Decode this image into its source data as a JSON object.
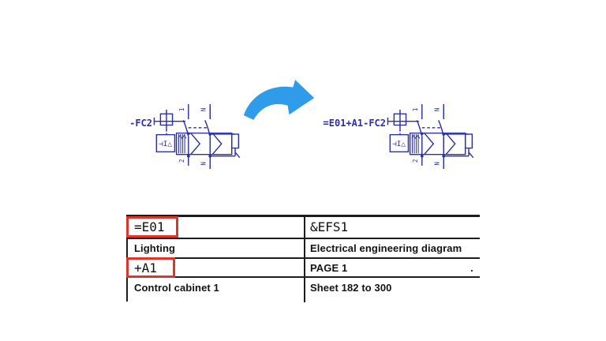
{
  "colors": {
    "schematic_blue": "#2b2fa8",
    "arrow_blue": "#2f9ce9",
    "highlight_red": "#e0342a",
    "table_line": "#1d1d1d",
    "text_dark": "#161616"
  },
  "schematic": {
    "left_device_label": "-FC2",
    "right_device_label": "=E01+A1-FC2",
    "terminals": {
      "top_left": "1",
      "top_right": "N",
      "bottom_left": "2",
      "bottom_right": "N"
    },
    "sensor_label": "⊣I△"
  },
  "table": {
    "rows": [
      {
        "col1": "=E01",
        "col2": "&EFS1"
      },
      {
        "col1": "Lighting",
        "col2": "Electrical engineering diagram"
      },
      {
        "col1": "+A1",
        "col2": "PAGE 1"
      },
      {
        "col1": "Control cabinet 1",
        "col2": "Sheet 182 to 300"
      }
    ],
    "stray_mark": "."
  }
}
